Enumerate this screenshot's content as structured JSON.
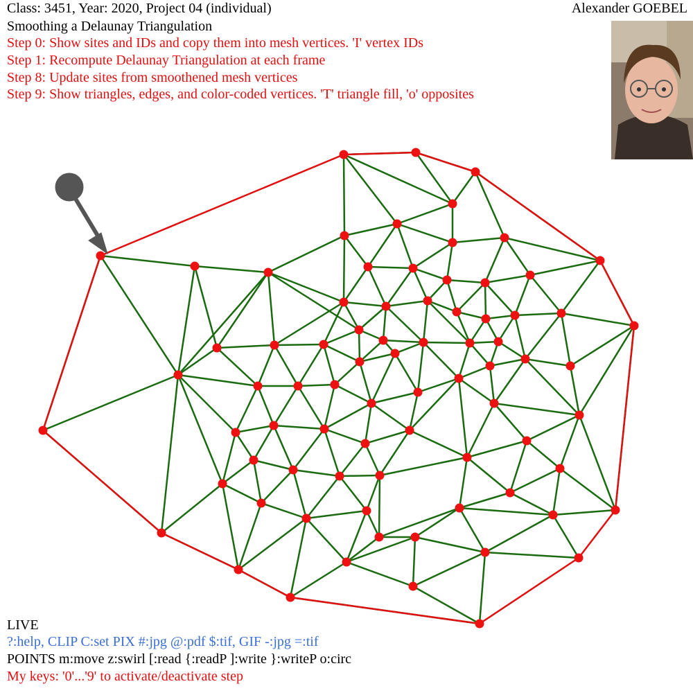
{
  "header": {
    "class_line": "Class: 3451, Year: 2020, Project 04 (individual)",
    "author": "Alexander GOEBEL",
    "title": "Smoothing a Delaunay Triangulation",
    "steps": [
      "Step 0: Show sites and IDs and copy them into mesh vertices. 'I' vertex IDs",
      "Step 1: Recompute Delaunay Triangulation at each frame",
      "Step 8: Update sites from smoothened mesh vertices",
      "Step 9: Show triangles, edges, and color-coded vertices. 'T' triangle fill, 'o' opposites"
    ]
  },
  "footer": {
    "mode": "LIVE",
    "help_line": "?:help, CLIP C:set PIX #:jpg @:pdf $:tif, GIF -:jpg =:tif",
    "points_line": "POINTS m:move z:swirl [:read {:readP ]:write }:writeP o:circ",
    "my_keys": "My keys: '0'...'9' to activate/deactivate step"
  },
  "colors": {
    "edge": "#1a6b10",
    "hull": "#e01010",
    "vertex": "#ee1111",
    "pointer": "#555555",
    "title_red": "#e01010",
    "help_blue": "#3a6fd8"
  },
  "icons": {
    "pointer": "pointer-pin-icon",
    "photo": "author-photo"
  }
}
